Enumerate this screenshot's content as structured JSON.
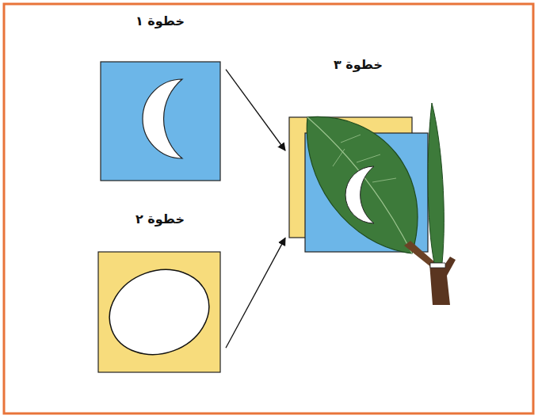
{
  "diagram": {
    "nodes": [
      {
        "text": [
          "خطوة ١"
        ]
      },
      {
        "text": [
          "خطوة ٢"
        ]
      },
      {
        "text": [
          "خطوة ٣"
        ]
      }
    ],
    "edges": [
      {
        "from": 0,
        "to": 2,
        "arrow": "to"
      },
      {
        "from": 1,
        "to": 2,
        "arrow": "to"
      }
    ]
  }
}
